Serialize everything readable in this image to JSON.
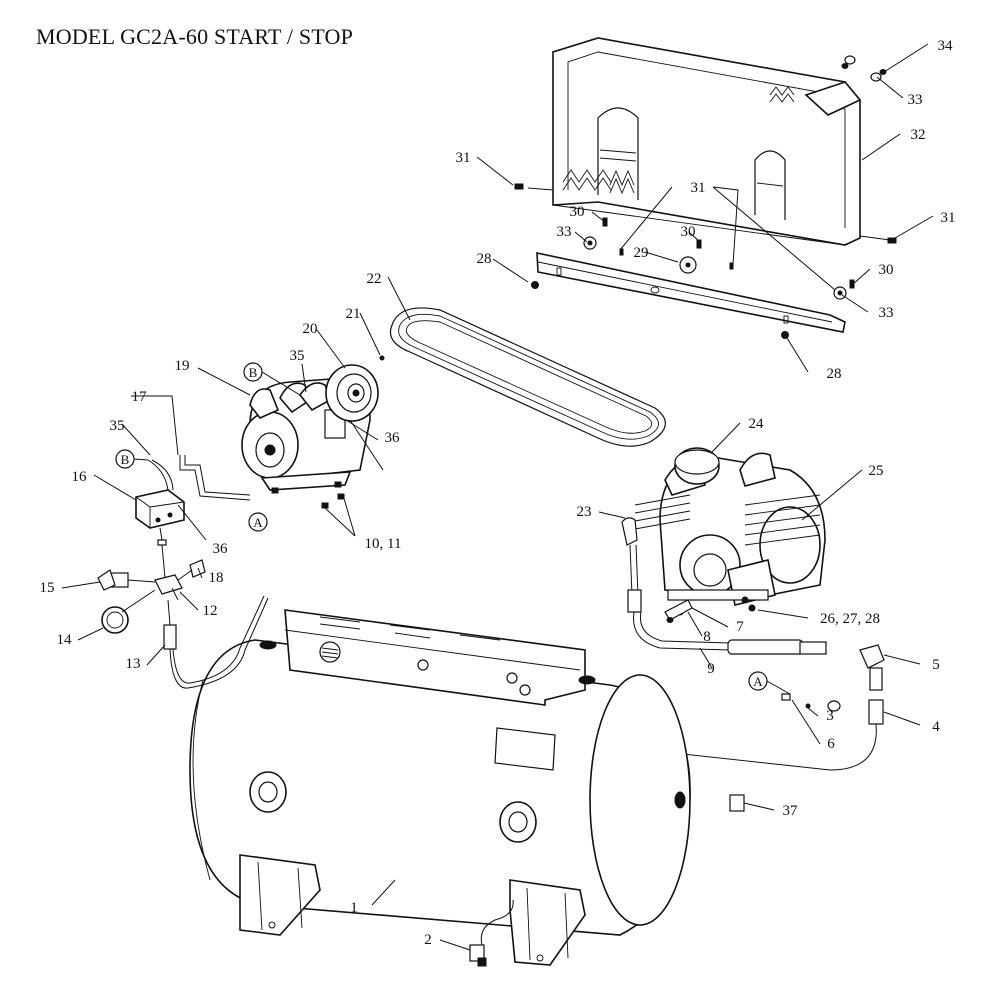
{
  "title": "MODEL GC2A-60 START / STOP",
  "callouts": [
    {
      "id": "c1",
      "label": "1"
    },
    {
      "id": "c2",
      "label": "2"
    },
    {
      "id": "c3",
      "label": "3"
    },
    {
      "id": "c4",
      "label": "4"
    },
    {
      "id": "c5",
      "label": "5"
    },
    {
      "id": "c6",
      "label": "6"
    },
    {
      "id": "c7",
      "label": "7"
    },
    {
      "id": "c8",
      "label": "8"
    },
    {
      "id": "c9",
      "label": "9"
    },
    {
      "id": "c10",
      "label": "10, 11"
    },
    {
      "id": "c12",
      "label": "12"
    },
    {
      "id": "c13",
      "label": "13"
    },
    {
      "id": "c14",
      "label": "14"
    },
    {
      "id": "c15",
      "label": "15"
    },
    {
      "id": "c16",
      "label": "16"
    },
    {
      "id": "c17",
      "label": "17"
    },
    {
      "id": "c18",
      "label": "18"
    },
    {
      "id": "c19",
      "label": "19"
    },
    {
      "id": "c20",
      "label": "20"
    },
    {
      "id": "c21",
      "label": "21"
    },
    {
      "id": "c22",
      "label": "22"
    },
    {
      "id": "c23",
      "label": "23"
    },
    {
      "id": "c24",
      "label": "24"
    },
    {
      "id": "c25",
      "label": "25"
    },
    {
      "id": "c26",
      "label": "26, 27, 28"
    },
    {
      "id": "c28a",
      "label": "28"
    },
    {
      "id": "c28b",
      "label": "28"
    },
    {
      "id": "c29",
      "label": "29"
    },
    {
      "id": "c30a",
      "label": "30"
    },
    {
      "id": "c30b",
      "label": "30"
    },
    {
      "id": "c30c",
      "label": "30"
    },
    {
      "id": "c31a",
      "label": "31"
    },
    {
      "id": "c31b",
      "label": "31"
    },
    {
      "id": "c31c",
      "label": "31"
    },
    {
      "id": "c32",
      "label": "32"
    },
    {
      "id": "c33a",
      "label": "33"
    },
    {
      "id": "c33b",
      "label": "33"
    },
    {
      "id": "c33c",
      "label": "33"
    },
    {
      "id": "c34",
      "label": "34"
    },
    {
      "id": "c35a",
      "label": "35"
    },
    {
      "id": "c35b",
      "label": "35"
    },
    {
      "id": "c36a",
      "label": "36"
    },
    {
      "id": "c36b",
      "label": "36"
    },
    {
      "id": "c37",
      "label": "37"
    }
  ],
  "connectors": [
    {
      "id": "cA1",
      "label": "A"
    },
    {
      "id": "cA2",
      "label": "A"
    },
    {
      "id": "cB1",
      "label": "B"
    },
    {
      "id": "cB2",
      "label": "B"
    }
  ]
}
